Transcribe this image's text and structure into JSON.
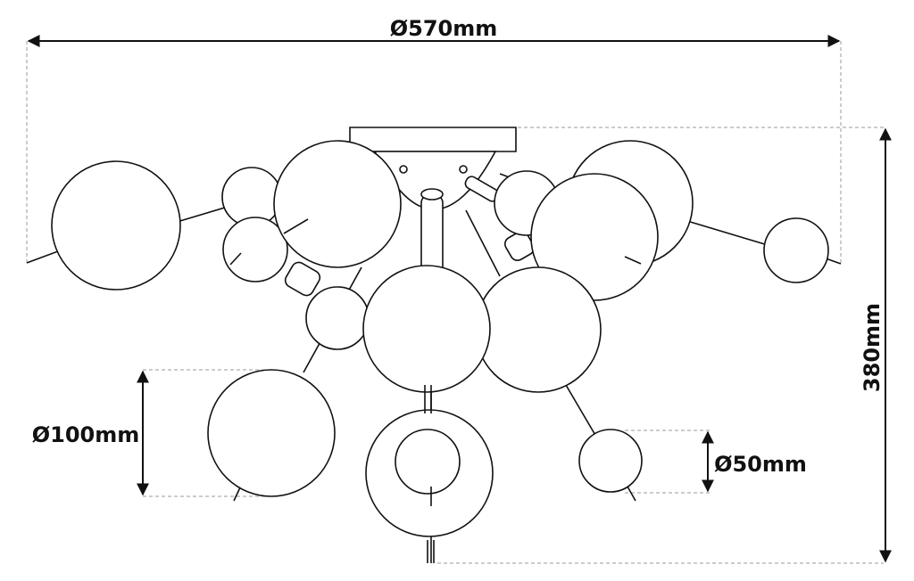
{
  "dimensions": {
    "width_label": "Ø570mm",
    "height_label": "380mm",
    "large_globe_label": "Ø100mm",
    "small_globe_label": "Ø50mm"
  },
  "colors": {
    "line": "#111111",
    "dashed": "#999999",
    "background": "#ffffff"
  }
}
